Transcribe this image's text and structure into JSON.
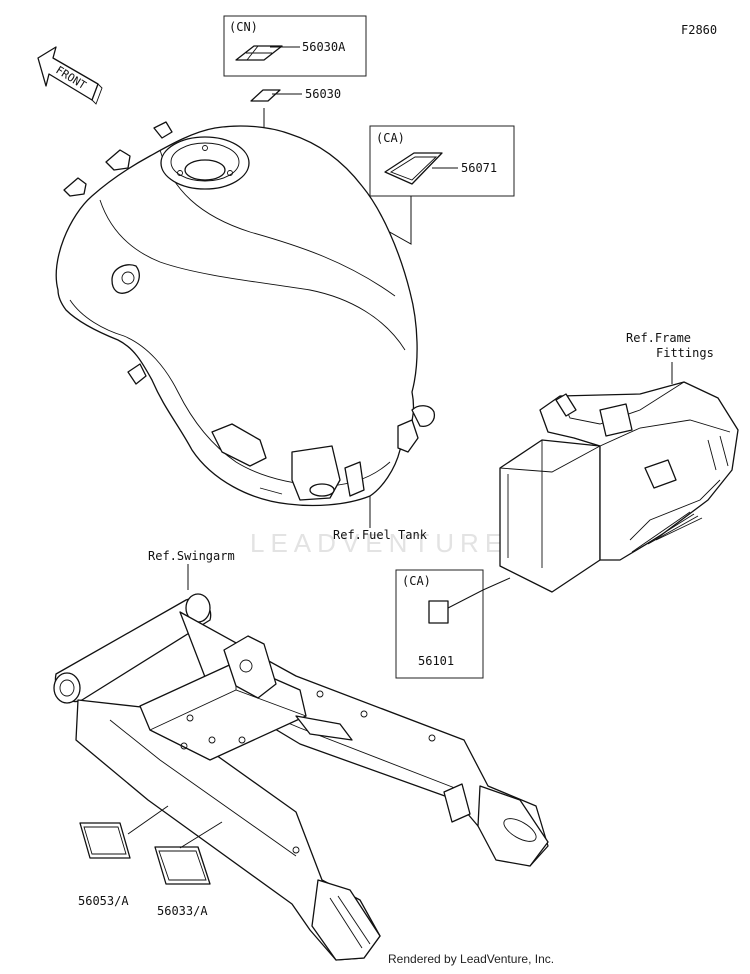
{
  "diagram_id": "F2860",
  "front_label": "FRONT",
  "watermark": "LEADVENTURE",
  "credit": "Rendered by LeadVenture, Inc.",
  "refs": {
    "fuel_tank": "Ref.Fuel Tank",
    "frame_line1": "Ref.Frame",
    "frame_line2": "Fittings",
    "swingarm": "Ref.Swingarm"
  },
  "groups": {
    "cn": "(CN)",
    "ca_top": "(CA)",
    "ca_bottom": "(CA)"
  },
  "parts": {
    "p56030A": "56030A",
    "p56030": "56030",
    "p56071": "56071",
    "p56101": "56101",
    "p56053A": "56053/A",
    "p56033A": "56033/A"
  }
}
